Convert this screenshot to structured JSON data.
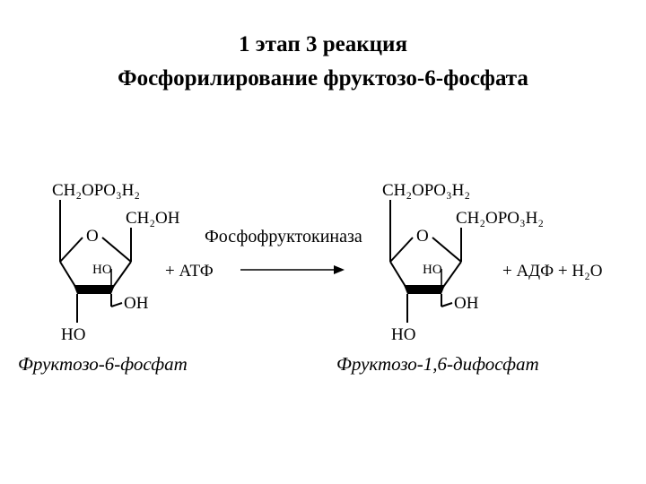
{
  "title": {
    "line1": "1 этап 3 реакция",
    "line2": "Фосфорилирование фруктозо-6-фосфата"
  },
  "substrate": {
    "top_group": "CH₂OPO₃H₂",
    "side_group": "CH₂OH",
    "ring_o": "O",
    "inner_ho": "HO",
    "oh": "OH",
    "bottom_ho": "HO",
    "name": "Фруктозо-6-фосфат"
  },
  "cosubstrate": "+ АТФ",
  "enzyme": "Фосфофруктокиназа",
  "product": {
    "top_group": "CH₂OPO₃H₂",
    "side_group": "CH₂OPO₃H₂",
    "ring_o": "O",
    "inner_ho": "HO",
    "oh": "OH",
    "bottom_ho": "HO",
    "name": "Фруктозо-1,6-дифосфат"
  },
  "byproducts": "+ АДФ + H₂O"
}
